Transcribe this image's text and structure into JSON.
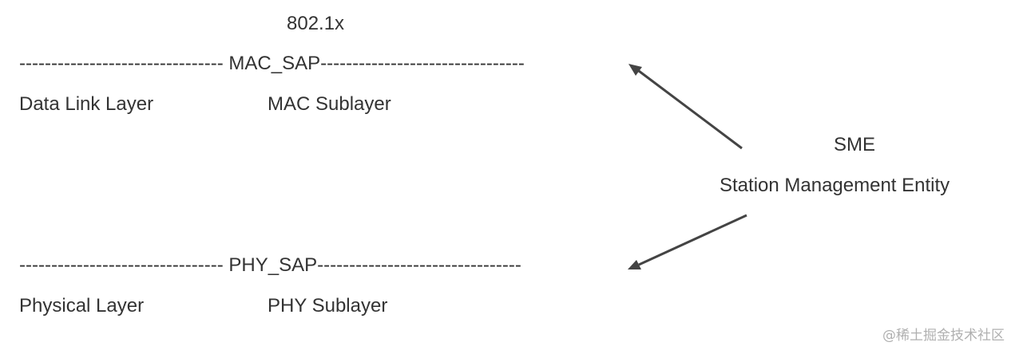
{
  "diagram": {
    "top_label": "802.1x",
    "mac_sap_line": "-------------------------------- MAC_SAP--------------------------------",
    "data_link_layer": "Data Link Layer",
    "mac_sublayer": "MAC Sublayer",
    "sme_abbrev": "SME",
    "sme_full": "Station Management Entity",
    "phy_sap_line": "-------------------------------- PHY_SAP--------------------------------",
    "physical_layer": "Physical Layer",
    "phy_sublayer": "PHY Sublayer"
  },
  "watermark": "@稀土掘金技术社区",
  "colors": {
    "text": "#333333",
    "arrow": "#444444",
    "watermark": "#b0b0b0"
  }
}
